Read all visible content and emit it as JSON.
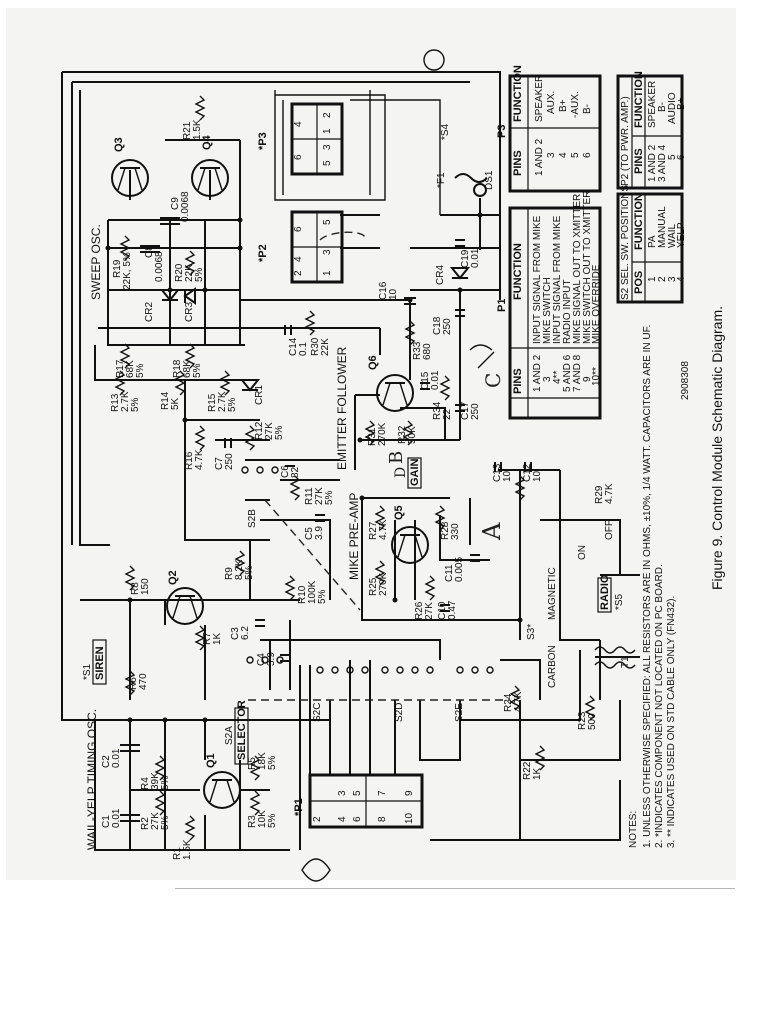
{
  "caption": "Figure 9. Control Module Schematic Diagram.",
  "drawing_number": "2908308",
  "sections": {
    "sweep_osc": "SWEEP OSC.",
    "wail_yelp_osc": "WAIL-YELP TIMING OSC.",
    "emitter_follower": "EMITTER FOLLOWER",
    "mike_preamp": "MIKE PRE-AMP"
  },
  "transistors": [
    "Q1",
    "Q2",
    "Q3",
    "Q4",
    "Q5",
    "Q6"
  ],
  "resistors": [
    {
      "ref": "R1",
      "value": "1.5K"
    },
    {
      "ref": "R2",
      "value": "27K",
      "tol": "5%"
    },
    {
      "ref": "R3",
      "value": "10K",
      "tol": "5%"
    },
    {
      "ref": "R4",
      "value": "39K",
      "tol": "5%"
    },
    {
      "ref": "R5",
      "value": "18K",
      "tol": "5%"
    },
    {
      "ref": "R6",
      "value": "470"
    },
    {
      "ref": "R7",
      "value": "1K"
    },
    {
      "ref": "R8",
      "value": "150"
    },
    {
      "ref": "R9",
      "value": "8.2K",
      "tol": "5%"
    },
    {
      "ref": "R10",
      "value": "100K",
      "tol": "5%"
    },
    {
      "ref": "R11",
      "value": "27K",
      "tol": "5%"
    },
    {
      "ref": "R12",
      "value": "27K",
      "tol": "5%"
    },
    {
      "ref": "R13",
      "value": "2.7K",
      "tol": "5%"
    },
    {
      "ref": "R14",
      "value": "5K"
    },
    {
      "ref": "R15",
      "value": "2.7K",
      "tol": "5%"
    },
    {
      "ref": "R16",
      "value": "4.7K"
    },
    {
      "ref": "R17",
      "value": "68K",
      "tol": "5%"
    },
    {
      "ref": "R18",
      "value": "68K",
      "tol": "5%"
    },
    {
      "ref": "R19",
      "value": "22K, 5%"
    },
    {
      "ref": "R20",
      "value": "22K",
      "tol": "5%"
    },
    {
      "ref": "R21",
      "value": "1.5K"
    },
    {
      "ref": "R22",
      "value": "1K"
    },
    {
      "ref": "R23",
      "value": "500"
    },
    {
      "ref": "R24",
      "value": "4.7K"
    },
    {
      "ref": "R25",
      "value": "270K"
    },
    {
      "ref": "R26",
      "value": "27K"
    },
    {
      "ref": "R27",
      "value": "4.7K"
    },
    {
      "ref": "R28",
      "value": "330"
    },
    {
      "ref": "R29",
      "value": "4.7K"
    },
    {
      "ref": "R30",
      "value": "22K"
    },
    {
      "ref": "R31",
      "value": "270K"
    },
    {
      "ref": "R32",
      "value": "50K"
    },
    {
      "ref": "R33",
      "value": "680"
    },
    {
      "ref": "R34",
      "value": "22"
    }
  ],
  "capacitors": [
    {
      "ref": "C1",
      "value": "0.01"
    },
    {
      "ref": "C2",
      "value": "0.01"
    },
    {
      "ref": "C3",
      "value": "6.2"
    },
    {
      "ref": "C4",
      "value": "3.9"
    },
    {
      "ref": "C5",
      "value": "3.9"
    },
    {
      "ref": "C6",
      "value": "82"
    },
    {
      "ref": "C7",
      "value": "250"
    },
    {
      "ref": "C8",
      "value": "0.0068"
    },
    {
      "ref": "C9",
      "value": "0.0068"
    },
    {
      "ref": "C10",
      "value": "0.47"
    },
    {
      "ref": "C11",
      "value": "0.005"
    },
    {
      "ref": "C12",
      "value": "10"
    },
    {
      "ref": "C13",
      "value": "10"
    },
    {
      "ref": "C14",
      "value": "0.1"
    },
    {
      "ref": "C15",
      "value": "0.01"
    },
    {
      "ref": "C16",
      "value": "10"
    },
    {
      "ref": "C17",
      "value": "250"
    },
    {
      "ref": "C18",
      "value": "250"
    },
    {
      "ref": "C19",
      "value": "0.01"
    }
  ],
  "diodes": [
    "CR1",
    "CR2",
    "CR3",
    "CR4"
  ],
  "switch_labels": {
    "s1": "*S1",
    "siren": "SIREN",
    "s2a": "S2A",
    "selector": "SELECTOR",
    "s2b": "S2B",
    "s2c": "S2C",
    "s2d": "S2D",
    "s2e": "S2E",
    "s3": "S3*",
    "carbon": "CARBON",
    "magnetic": "MAGNETIC",
    "radio": "RADIO",
    "s5": "*S5",
    "on": "ON",
    "off": "OFF",
    "s4": "*S4",
    "f1": "*F1",
    "ds1": "DS1",
    "t1": "T1",
    "gain": "GAIN",
    "p1": "*P1",
    "p2": "*P2",
    "p3": "*P3"
  },
  "p1_table": {
    "headers": [
      "PINS",
      "FUNCTION"
    ],
    "label": "P1",
    "rows": [
      [
        "1 AND 2",
        "INPUT SIGNAL FROM MIKE"
      ],
      [
        "3",
        "MIKE SWITCH"
      ],
      [
        "4**",
        "INPUT SIGNAL FROM MIKE"
      ],
      [
        "5 AND 6",
        "RADIO INPUT"
      ],
      [
        "7 AND 8",
        "MIKE SIGNAL OUT TO XMITTER"
      ],
      [
        "9",
        "MIKE SWITCH OUT TO XMITTER"
      ],
      [
        "10**",
        "MIKE OVERRIDE"
      ]
    ]
  },
  "p3_table": {
    "headers": [
      "PINS",
      "FUNCTION"
    ],
    "label": "P3",
    "rows": [
      [
        "1 AND 2",
        "SPEAKER"
      ],
      [
        "3",
        "AUX."
      ],
      [
        "4",
        "B+"
      ],
      [
        "5",
        "-AUX."
      ],
      [
        "6",
        "B-"
      ]
    ]
  },
  "p2_table": {
    "title": "P2 (TO PWR. AMP.)",
    "headers": [
      "PINS",
      "FUNCTION"
    ],
    "rows": [
      [
        "1 AND 2",
        "SPEAKER"
      ],
      [
        "3 AND 4",
        "B-"
      ],
      [
        "5",
        "AUDIO"
      ],
      [
        "6",
        "B+"
      ]
    ]
  },
  "s2_table": {
    "title": "S2 SEL. SW. POSITIONS",
    "headers": [
      "POS",
      "FUNCTION"
    ],
    "rows": [
      [
        "1",
        "PA"
      ],
      [
        "2",
        "MANUAL"
      ],
      [
        "3",
        "WAIL"
      ],
      [
        "4",
        "YELP"
      ]
    ]
  },
  "notes": {
    "title": "NOTES:",
    "items": [
      "1. UNLESS OTHERWISE SPECIFIED: ALL RESISTORS ARE IN OHMS, ±10%, 1/4 WATT. CAPACITORS ARE IN UF.",
      "2. *INDICATES COMPONENT NOT LOCATED ON PC BOARD.",
      "3. ** INDICATES USED ON STD CABLE ONLY (FN432)."
    ]
  },
  "handwritten": [
    "A",
    "B",
    "C",
    "D"
  ]
}
